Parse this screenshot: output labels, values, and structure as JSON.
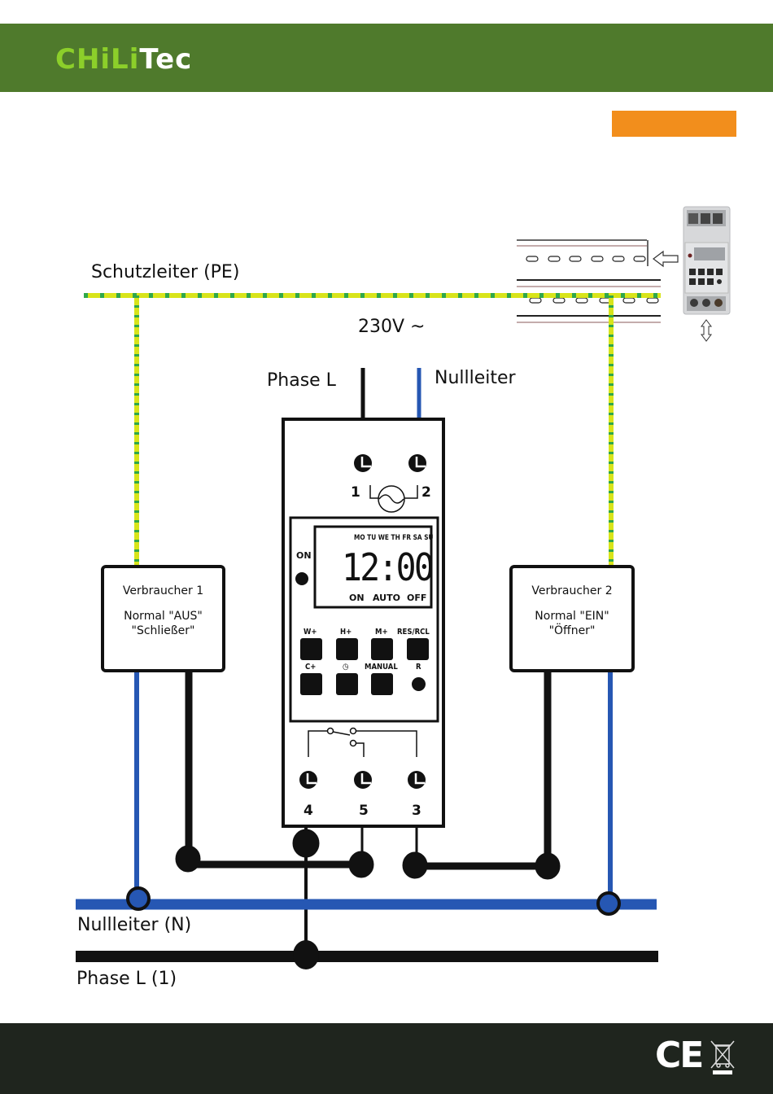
{
  "header": {
    "logo_part1": "CHiLi",
    "logo_part2": "Tec",
    "brand_color": "#4f7a2c",
    "accent_color": "#f28e1c"
  },
  "diagram": {
    "pe_label": "Schutzleiter (PE)",
    "voltage_label": "230V ~",
    "phase_in_label": "Phase L",
    "neutral_in_label": "Nullleiter",
    "neutral_bus_label": "Nullleiter (N)",
    "phase_bus_label": "Phase L (1)",
    "consumer1": {
      "title": "Verbraucher 1",
      "line1": "Normal \"AUS\"",
      "line2": "\"Schließer\""
    },
    "consumer2": {
      "title": "Verbraucher 2",
      "line1": "Normal \"EIN\"",
      "line2": "\"Öffner\""
    },
    "colors": {
      "neutral": "#2657b3",
      "phase": "#111111",
      "pe_yellow": "#d8e41a",
      "pe_green": "#2fa84a"
    }
  },
  "timer": {
    "supply_terminals": [
      "1",
      "2"
    ],
    "output_terminals": [
      "4",
      "5",
      "3"
    ],
    "on_label": "ON",
    "weekdays": "MO TU WE TH FR SA SU",
    "time": "12:00",
    "modes": [
      "ON",
      "AUTO",
      "OFF"
    ],
    "buttons_row1": [
      "W+",
      "H+",
      "M+",
      "RES/RCL"
    ],
    "buttons_row2": [
      "C+",
      "◷",
      "MANUAL",
      "R"
    ]
  },
  "footer": {
    "ce_mark": "CE",
    "weee_icon": "weee-crossed-bin-icon"
  }
}
